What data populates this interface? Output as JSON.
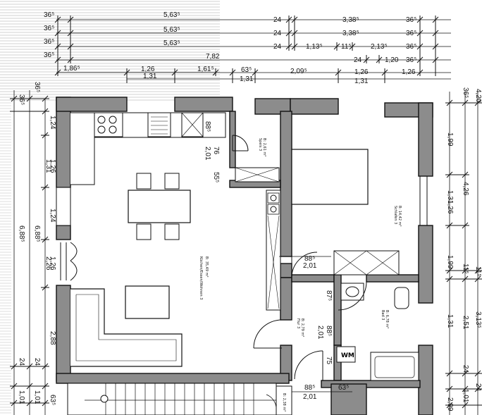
{
  "dimensions_top": {
    "row1": [
      "36⁵",
      "5,63⁵",
      "24",
      "3,38⁵",
      "36⁵"
    ],
    "row2": [
      "36⁵",
      "5,63⁵",
      "24",
      "3,38⁵",
      "36⁵"
    ],
    "row3": [
      "36⁵",
      "5,63⁵",
      "24",
      "1,13⁵",
      "11⁵",
      "2,13⁵",
      "36⁵"
    ],
    "row4": [
      "36⁵",
      "7,82",
      "24",
      "1,20",
      "36⁵"
    ],
    "row5": [
      "1,86⁵",
      "1,26",
      "1,61⁵",
      "63⁵",
      "2,09⁵",
      "1,26",
      "1,26"
    ],
    "row6": [
      "1,31",
      "1,31",
      "1,31"
    ]
  },
  "dimensions_left": [
    "36⁵",
    "36⁵",
    "1,24",
    "1,26",
    "1,31",
    "1,24",
    "6,88⁵",
    "6,88⁵",
    "1,26",
    "2,26",
    "2,88",
    "24",
    "24",
    "1,01",
    "1,01",
    "63⁵"
  ],
  "dimensions_right": [
    "36⁵",
    "4,20",
    "1,99",
    "4,26",
    "1,31",
    "1,26",
    "1,99",
    "11⁵",
    "11⁵",
    "2,51",
    "3,13⁵",
    "1,31",
    "24",
    "24",
    "1,01",
    "2,99"
  ],
  "inner_dimensions": {
    "kitchen_door_h": "88⁵",
    "kitchen_door_w": "2,01",
    "pantry_w": "76",
    "pantry_door": "55⁵",
    "hall_door_h": "88⁵",
    "hall_door_w": "2,01",
    "bath_door": "87⁵",
    "hall_door2": "88⁵",
    "hall_door2_w": "2,01",
    "hall_75": "75",
    "bottom_door_h": "88⁵",
    "bottom_door_w": "2,01",
    "bottom_63": "63⁵"
  },
  "rooms": {
    "kitchen": {
      "name": "Küchen/Essen/Wohnen 3",
      "area": "B: 35,49 m²"
    },
    "pantry": {
      "name": "Speis 3",
      "area": "B: 2,61 m²"
    },
    "bedroom": {
      "name": "Schlafen 3",
      "area": "B: 14,42 m²"
    },
    "hall": {
      "name": "Flur 3",
      "area": "B: 2,79 m²"
    },
    "bath": {
      "name": "Bad 3",
      "area": "B: 6,78 m²"
    },
    "stair": {
      "area": "B: 2,38 m²"
    }
  },
  "labels": {
    "washer": "WM"
  }
}
